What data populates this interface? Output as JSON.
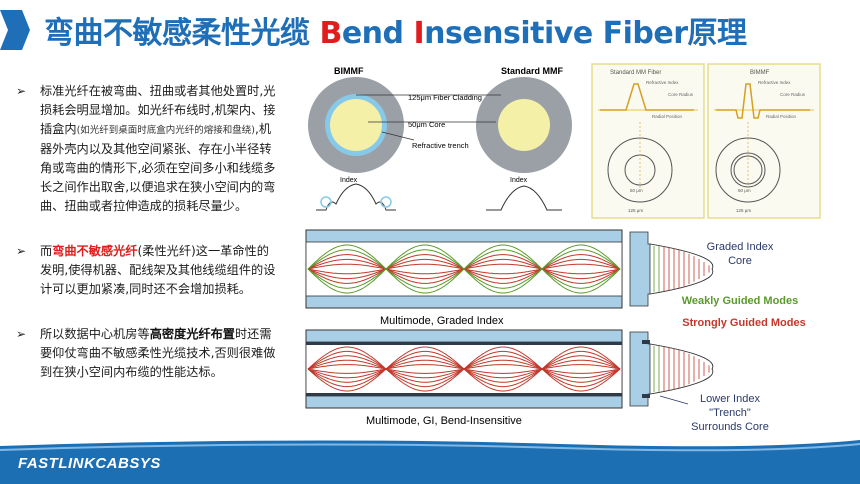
{
  "title": {
    "part1": "弯曲不敏感柔性光缆 ",
    "b_letter": "B",
    "part2": "end ",
    "i_letter": "I",
    "part3": "nsensitive Fiber原理"
  },
  "bullets": [
    {
      "text_a": "标准光纤在被弯曲、扭曲或者其他处置时,光损耗会明显增加。如光纤布线时,机架内、接插盒内",
      "text_small": "(如光纤到桌面时底盒内光纤的熔接和盘绕)",
      "text_b": ",机器外壳内以及其他空间紧张、存在小半径转角或弯曲的情形下,必须在空间多小和线缆多长之间作出取舍,以便追求在狭小空间内的弯曲、扭曲或者拉伸造成的损耗尽量少。"
    },
    {
      "text_a": "而",
      "text_hl": "弯曲不敏感光纤",
      "text_b": "(柔性光纤)这一革命性的发明,使得机器、配线架及其他线缆组件的设计可以更加紧凑,同时还不会增加损耗。"
    },
    {
      "text_a": "所以数据中心机房等",
      "text_hl": "高密度光纤布置",
      "text_b": "时还需要仰仗弯曲不敏感柔性光缆技术,否则很难做到在狭小空间内布缆的性能达标。"
    }
  ],
  "fiber_diagram": {
    "bimmf_label": "BIMMF",
    "standard_label": "Standard MMF",
    "cladding_label": "125μm Fiber Cladding",
    "core_label": "50μm Core",
    "trench_label": "Refractive trench",
    "index_label_left": "Index",
    "index_label_right": "Index"
  },
  "profile_panel": {
    "left_title": "Standard MM Fiber",
    "right_title": "BIMMF",
    "refractive_index": "Refractive Index",
    "core_radius": "Core Radius",
    "radial_position": "Radial Position",
    "core_um": "50 μm",
    "cladding_um": "125 μm"
  },
  "modes": {
    "caption_graded": "Multimode, Graded Index",
    "caption_bi": "Multimode, GI, Bend-Insensitive",
    "graded_core_line1": "Graded Index",
    "graded_core_line2": "Core",
    "weak_modes": "Weakly Guided Modes",
    "strong_modes": "Strongly Guided Modes",
    "trench_line1": "Lower Index",
    "trench_line2": "\"Trench\"",
    "trench_line3": "Surrounds Core",
    "weak_color": "#5a9a2a",
    "strong_color": "#c0392b"
  },
  "footer": {
    "brand": "FASTLINKCABSYS"
  }
}
